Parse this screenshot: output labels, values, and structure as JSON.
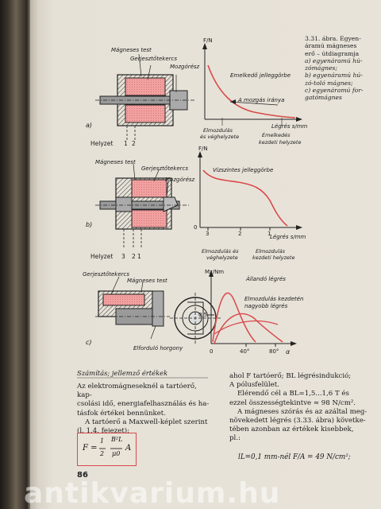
{
  "sidebar_caption": {
    "title": "3.31. ábra. Egyen-",
    "lines": [
      "áramú mágneses",
      "erő – útdiagramja",
      "a) egyenáramú hú-",
      "zómágnes;",
      "b) egyenáramú hú-",
      "zó-toló mágnes;",
      "c) egyenáramú for-",
      "gatómágnes"
    ]
  },
  "figure_a": {
    "letter": "a)",
    "labels": {
      "magneses_test": "Mágneses test",
      "gerjeszto": "Gerjesztőtekercs",
      "mozgoresz": "Mozgórész",
      "helyzet": "Helyzet",
      "pos1": "1",
      "pos2": "2",
      "fn": "F/N",
      "emelkedo": "Emelkedő jelleggörbe",
      "mozgas": "A mozgás iránya",
      "elmozdulas": "Elmozdulás",
      "veghelyzete": "és véghelyzete",
      "legres": "Légrés s/mm",
      "emelkedes": "Emelkedés",
      "kezdeti": "kezdeti helyzete"
    }
  },
  "figure_b": {
    "letter": "b)",
    "labels": {
      "magneses_test": "Mágneses test",
      "gerjeszto": "Gerjesztőtekercs",
      "mozgoresz": "Mozgórész",
      "helyzet": "Helyzet",
      "pos3": "3",
      "pos21": "2 1",
      "fn": "F/N",
      "vizszintes": "Vízszintes jelleggörbe",
      "tick0": "0",
      "tick1": "1",
      "tick2": "2",
      "tick3": "3",
      "legres": "Légrés s/mm",
      "elmozdulas": "Elmozdulás és",
      "veghelyzete": "véghelyzete",
      "elmozdulas2": "Elmozdulás",
      "kezdeti": "kezdeti helyzete"
    }
  },
  "figure_c": {
    "letter": "c)",
    "labels": {
      "gerjeszto": "Gerjesztőtekercs",
      "magneses_test": "Mágneses test",
      "elfordulo": "Elforduló horgony",
      "mz": "Mz/Nm",
      "allando": "Állandó légrés",
      "elmozdulas_kezdeten": "Elmozdulás kezdetén",
      "nagyobb": "nagyobb légrés",
      "tick_half": "0,5",
      "tick0": "0",
      "tick40": "40°",
      "tick80": "80°",
      "alpha": "α"
    }
  },
  "text": {
    "heading": "Számítás; jellemző értékek",
    "left_para": [
      "Az elektromágneseknél a tartóerő, kap-",
      "csolási idő, energiafelhasználás és ha-",
      "tásfok értékei bennünket.",
      "A tartóerő a Maxwell-képlet szerint",
      "(l. 1.4. fejezet):"
    ],
    "right_para": [
      "ahol F tartóerő; BL légrésindukció;",
      "A pólusfelület.",
      "Elérendő cél a BL=1,5...1,6 T és",
      "ezzel összességtekintve ≈ 98 N/cm².",
      "A mágneses szórás és az azáltal meg-",
      "növekedett légrés (3.33. ábra) követke-",
      "tében azonban az értékek kisebbek,",
      "pl.:"
    ],
    "example_line": "lL=0,1 mm-nél  F/A = 49 N/cm²;",
    "formula": {
      "lhs": "F =",
      "half_num": "1",
      "half_den": "2",
      "b_num": "B²L",
      "b_den": "μ0",
      "rhs": "A"
    },
    "page_number": "86"
  },
  "watermark": "antikvarium.hu",
  "colors": {
    "accent_red": "#d84a4a",
    "coil_pink": "#f2a0a0",
    "iron_gray": "#555555",
    "paper": "#e8e3d9"
  }
}
